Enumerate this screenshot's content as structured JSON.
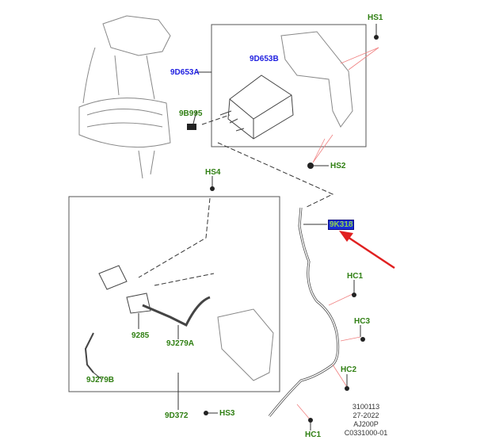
{
  "labels": {
    "hs1": "HS1",
    "d653b": "9D653B",
    "d653a": "9D653A",
    "b995": "9B995",
    "hs2": "HS2",
    "hs4": "HS4",
    "k318": "9K318",
    "hc1_top": "HC1",
    "hc3": "HC3",
    "hc2": "HC2",
    "p9285": "9285",
    "j279a": "9J279A",
    "j279b": "9J279B",
    "d372": "9D372",
    "hs3": "HS3",
    "hc1_bottom": "HC1"
  },
  "footer": {
    "line1": "3100113",
    "line2": "27-2022",
    "line3": "AJ200P",
    "line4": "C0331000-01"
  },
  "colors": {
    "green_label": "#2f7f12",
    "blue_label": "#2020e0",
    "highlight": "#1a2fd8",
    "arrow": "#e02020"
  }
}
